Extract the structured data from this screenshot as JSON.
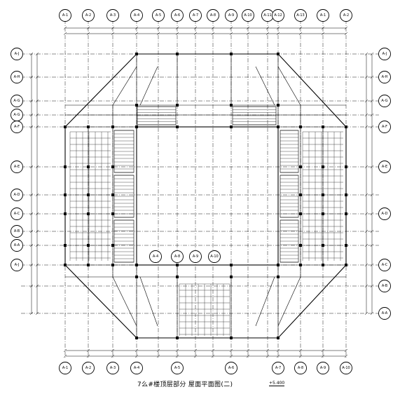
{
  "drawing": {
    "title": "7么#楼顶层部分  屋面平面图(二)",
    "level": "+5.400",
    "grid_columns": [
      "A-1",
      "A-2",
      "A-3",
      "A-4",
      "A-5",
      "A-6",
      "A-7",
      "A-8",
      "A-9",
      "A-10",
      "A-11",
      "A-12",
      "A-13"
    ],
    "grid_columns_bottom": [
      "A-1",
      "A-2",
      "A-3",
      "A-4",
      "A-5",
      "A-6",
      "A-7",
      "A-8",
      "A-9",
      "A-10"
    ],
    "grid_rows": [
      "A-J",
      "A-H",
      "A-G",
      "A-F",
      "A-E",
      "A-D",
      "A-C",
      "A-B",
      "A-A"
    ],
    "grid_rows_left": [
      "A-J",
      "A-H",
      "A-G",
      "A-G",
      "A-F",
      "A-E",
      "A-D",
      "A-C",
      "A-B",
      "A-A"
    ],
    "inner_bubbles": [
      "A-4",
      "A-8",
      "A-9",
      "A-10"
    ]
  }
}
